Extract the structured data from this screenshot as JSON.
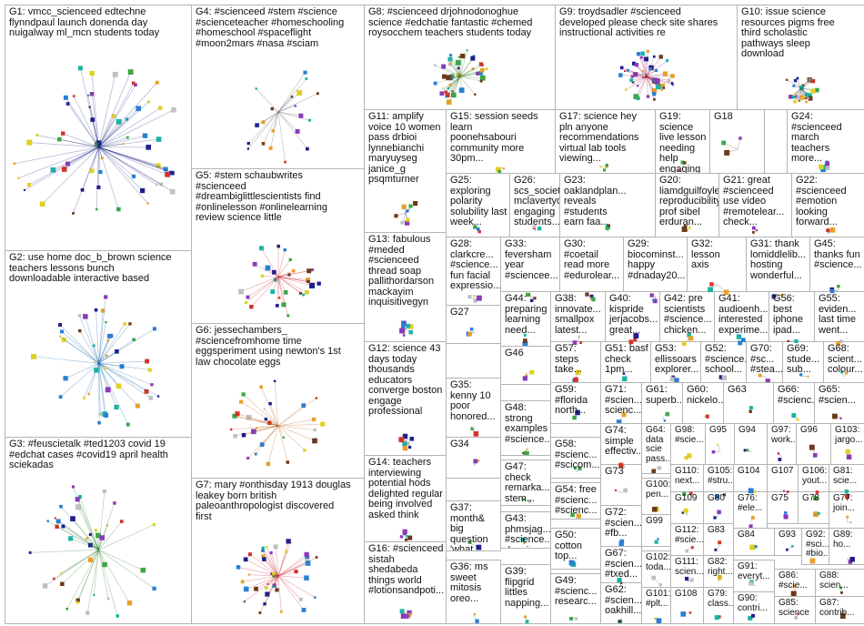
{
  "groups": [
    {
      "id": "G1",
      "text": "G1: vmcc_scienceed edtechne\nflynndpaul launch donenda day\nnuigalway ml_mcn students today"
    },
    {
      "id": "G4",
      "text": "G4: #scienceed #stem #science\n#scienceteacher #homeschooling\n#homeschool #spaceflight\n#moon2mars #nasa #sciam"
    },
    {
      "id": "G8",
      "text": "G8: #scienceed drjohnodonoghue\nscience #edchatie fantastic #chemed\nroysocchem teachers students today"
    },
    {
      "id": "G9",
      "text": "G9: troydsadler #scienceed\ndeveloped please check site shares\ninstructional activities re"
    },
    {
      "id": "G10",
      "text": "G10: issue science\nresources pigms free\nthird scholastic\npathways sleep\ndownload"
    },
    {
      "id": "G11",
      "text": "G11: amplify\nvoice 10 women\npass drbioi\nlynnebianchi\nmaryuyseg\njanice_g\npsqmturner"
    },
    {
      "id": "G15",
      "text": "G15: session seeds\nlearn\npoonehsabouri\ncommunity more\n30pm..."
    },
    {
      "id": "G17",
      "text": "G17: science hey\npln anyone\nrecommendations\nvirtual lab tools\nviewing..."
    },
    {
      "id": "G19",
      "text": "G19: science\nlive lesson\nneeding help\nengaging\nactivities..."
    },
    {
      "id": "G18",
      "text": "G18"
    },
    {
      "id": "G24",
      "text": "G24:\n#scienceed\nmarch\nteachers\nmore..."
    },
    {
      "id": "G5",
      "text": "G5: #stem schaubwrites\n#scienceed\n#dreambiglittlescientists find\n#onlinelesson #onlinelearning\nreview science little"
    },
    {
      "id": "G25",
      "text": "G25:\nexploring\npolarity\nsolubility last\nweek..."
    },
    {
      "id": "G26",
      "text": "G26:\nscs_society\nmclavertyde...\nengaging\nstudents..."
    },
    {
      "id": "G23",
      "text": "G23:\noaklandplan...\nreveals\n#students\nearn faa..."
    },
    {
      "id": "G20",
      "text": "G20:\nliamdguilfoyle\nreproducibility\nprof sibel\nerduran..."
    },
    {
      "id": "G21",
      "text": "G21: great\n#scienceed\nuse video\n#remotelear...\ncheck..."
    },
    {
      "id": "G22",
      "text": "G22:\n#scienceed\n#emotion\nlooking\nforward..."
    },
    {
      "id": "G2",
      "text": "G2: use home doc_b_brown science\nteachers lessons bunch\ndownloadable interactive based"
    },
    {
      "id": "G13",
      "text": "G13: fabulous\n#meded\n#scienceed\nthread soap\npallithordarson\nmackayim\ninquisitivegyn"
    },
    {
      "id": "G28",
      "text": "G28:\nclarkcre...\n#science...\nfun facial\nexpressio..."
    },
    {
      "id": "G33",
      "text": "G33:\nfeversham\nyear\n#sciencee..."
    },
    {
      "id": "G30",
      "text": "G30:\n#coetail\nread more\n#edurolear..."
    },
    {
      "id": "G29",
      "text": "G29:\nbiocominst...\nhappy\n#dnaday20..."
    },
    {
      "id": "G32",
      "text": "G32: lesson\naxis"
    },
    {
      "id": "G31",
      "text": "G31: thank\nlomiddlelib...\nhosting\nwonderful..."
    },
    {
      "id": "G45",
      "text": "G45:\nthanks fun\n#science..."
    },
    {
      "id": "G6",
      "text": "G6: jessechambers_\n#sciencefromhome time\neggsperiment using newton's 1st\nlaw chocolate eggs"
    },
    {
      "id": "G27",
      "text": "G27"
    },
    {
      "id": "G44",
      "text": "G44:\npreparing\nlearning\nneed..."
    },
    {
      "id": "G38",
      "text": "G38:\ninnovate...\nsmallpox\nlatest..."
    },
    {
      "id": "G40",
      "text": "G40:\nkispride\njerjacobs...\ngreat..."
    },
    {
      "id": "G42",
      "text": "G42: pre\nscientists\n#science...\nchicken..."
    },
    {
      "id": "G41",
      "text": "G41:\naudioenh...\ninterested\nexperime..."
    },
    {
      "id": "G56",
      "text": "G56:\nbest\niphone\nipad..."
    },
    {
      "id": "G55",
      "text": "G55:\neviden...\nlast time\nwent..."
    },
    {
      "id": "G12",
      "text": "G12: science 43\ndays today\nthousands\neducators\nconverge boston\nengage\nprofessional"
    },
    {
      "id": "G46",
      "text": "G46"
    },
    {
      "id": "G57",
      "text": "G57:\nsteps\ntake..."
    },
    {
      "id": "G51",
      "text": "G51: basf\ncheck\n1pm..."
    },
    {
      "id": "G53",
      "text": "G53:\nellissoars\nexplorer..."
    },
    {
      "id": "G52",
      "text": "G52:\n#science...\nschool..."
    },
    {
      "id": "G70",
      "text": "G70:\n#sc...\n#stea..."
    },
    {
      "id": "G69",
      "text": "G69:\nstude...\nsub..."
    },
    {
      "id": "G68",
      "text": "G68:\nscient...\ncolour..."
    },
    {
      "id": "G35",
      "text": "G35:\nkenny 10\npoor\nhonored..."
    },
    {
      "id": "G59",
      "text": "G59:\n#florida\nnorth..."
    },
    {
      "id": "G71",
      "text": "G71:\n#scien...\nscienc..."
    },
    {
      "id": "G61",
      "text": "G61:\nsuperb..."
    },
    {
      "id": "G60",
      "text": "G60:\nnickelo..."
    },
    {
      "id": "G63",
      "text": "G63"
    },
    {
      "id": "G66",
      "text": "G66:\n#scienc..."
    },
    {
      "id": "G65",
      "text": "G65:\n#scien..."
    },
    {
      "id": "G48",
      "text": "G48:\nstrong\nexamples\n#science..."
    },
    {
      "id": "G74",
      "text": "G74:\nsimple\neffectiv..."
    },
    {
      "id": "G64",
      "text": "G64:\ndata\nscie\npass..."
    },
    {
      "id": "G98",
      "text": "G98:\n#scie..."
    },
    {
      "id": "G95",
      "text": "G95"
    },
    {
      "id": "G94",
      "text": "G94"
    },
    {
      "id": "G97",
      "text": "G97:\nwork..."
    },
    {
      "id": "G96",
      "text": "G96"
    },
    {
      "id": "G103",
      "text": "G103:\njargo..."
    },
    {
      "id": "G34",
      "text": "G34"
    },
    {
      "id": "G58",
      "text": "G58:\n#scienc...\n#scicom..."
    },
    {
      "id": "G110",
      "text": "G110:\nnext..."
    },
    {
      "id": "G105",
      "text": "G105:\n#stru..."
    },
    {
      "id": "G104",
      "text": "G104"
    },
    {
      "id": "G107",
      "text": "G107"
    },
    {
      "id": "G106",
      "text": "G106:\nyout..."
    },
    {
      "id": "G81",
      "text": "G81:\nscie..."
    },
    {
      "id": "G3",
      "text": "G3: #feuscietalk #ted1203 covid 19\n#edchat cases #covid19 april health\nsciekadas"
    },
    {
      "id": "G7",
      "text": "G7: mary #onthisday 1913 douglas\nleakey born british\npaleoanthropologist discovered\nfirst"
    },
    {
      "id": "G14",
      "text": "G14: teachers\ninterviewing\npotential hods\ndelighted regular\nbeing involved\nasked think"
    },
    {
      "id": "G47",
      "text": "G47:\ncheck\nremarka...\nstem..."
    },
    {
      "id": "G73",
      "text": "G73"
    },
    {
      "id": "G100",
      "text": "G100:\npen..."
    },
    {
      "id": "G109",
      "text": "G109"
    },
    {
      "id": "G80",
      "text": "G80"
    },
    {
      "id": "G76",
      "text": "G76:\n#ele..."
    },
    {
      "id": "G75",
      "text": "G75"
    },
    {
      "id": "G78",
      "text": "G78"
    },
    {
      "id": "G77",
      "text": "G77:\njoin..."
    },
    {
      "id": "G37",
      "text": "G37:\nmonth& big\nquestion\n'what..."
    },
    {
      "id": "G54",
      "text": "G54: free\n#scienc...\n#scienc..."
    },
    {
      "id": "G72",
      "text": "G72:\n#scien...\n#fb..."
    },
    {
      "id": "G99",
      "text": "G99"
    },
    {
      "id": "G112",
      "text": "G112:\n#scie..."
    },
    {
      "id": "G83",
      "text": "G83"
    },
    {
      "id": "G43",
      "text": "G43:\nphmsjag...\n#science...\ndrawing..."
    },
    {
      "id": "G50",
      "text": "G50:\ncotton\ntop..."
    },
    {
      "id": "G67",
      "text": "G67:\n#scien...\n#txed..."
    },
    {
      "id": "G102",
      "text": "G102:\ntoda..."
    },
    {
      "id": "G111",
      "text": "G111:\nscien..."
    },
    {
      "id": "G82",
      "text": "G82:\nright..."
    },
    {
      "id": "G84",
      "text": "G84"
    },
    {
      "id": "G93",
      "text": "G93"
    },
    {
      "id": "G92",
      "text": "G92:\n#sci...\n#bio..."
    },
    {
      "id": "G89",
      "text": "G89:\nho..."
    },
    {
      "id": "G16",
      "text": "G16: #scienceed\nsistah\nshedabeda\nthings world\n#lotionsandpoti..."
    },
    {
      "id": "G36",
      "text": "G36: ms\nsweet\nmitosis\noreo..."
    },
    {
      "id": "G39",
      "text": "G39:\nflipgrid\nlittles\nnapping..."
    },
    {
      "id": "G49",
      "text": "G49:\n#scienc...\nresearc..."
    },
    {
      "id": "G62",
      "text": "G62:\n#scien...\noakhill..."
    },
    {
      "id": "G101",
      "text": "G101:\n#plt..."
    },
    {
      "id": "G108",
      "text": "G108"
    },
    {
      "id": "G79",
      "text": "G79:\nclass..."
    },
    {
      "id": "G91",
      "text": "G91:\neveryt..."
    },
    {
      "id": "G90",
      "text": "G90:\ncontri..."
    },
    {
      "id": "G86",
      "text": "G86:\n#scie..."
    },
    {
      "id": "G88",
      "text": "G88:\nscien..."
    },
    {
      "id": "G85",
      "text": "G85:\nscience"
    },
    {
      "id": "G87",
      "text": "G87:\ncontrib..."
    }
  ]
}
